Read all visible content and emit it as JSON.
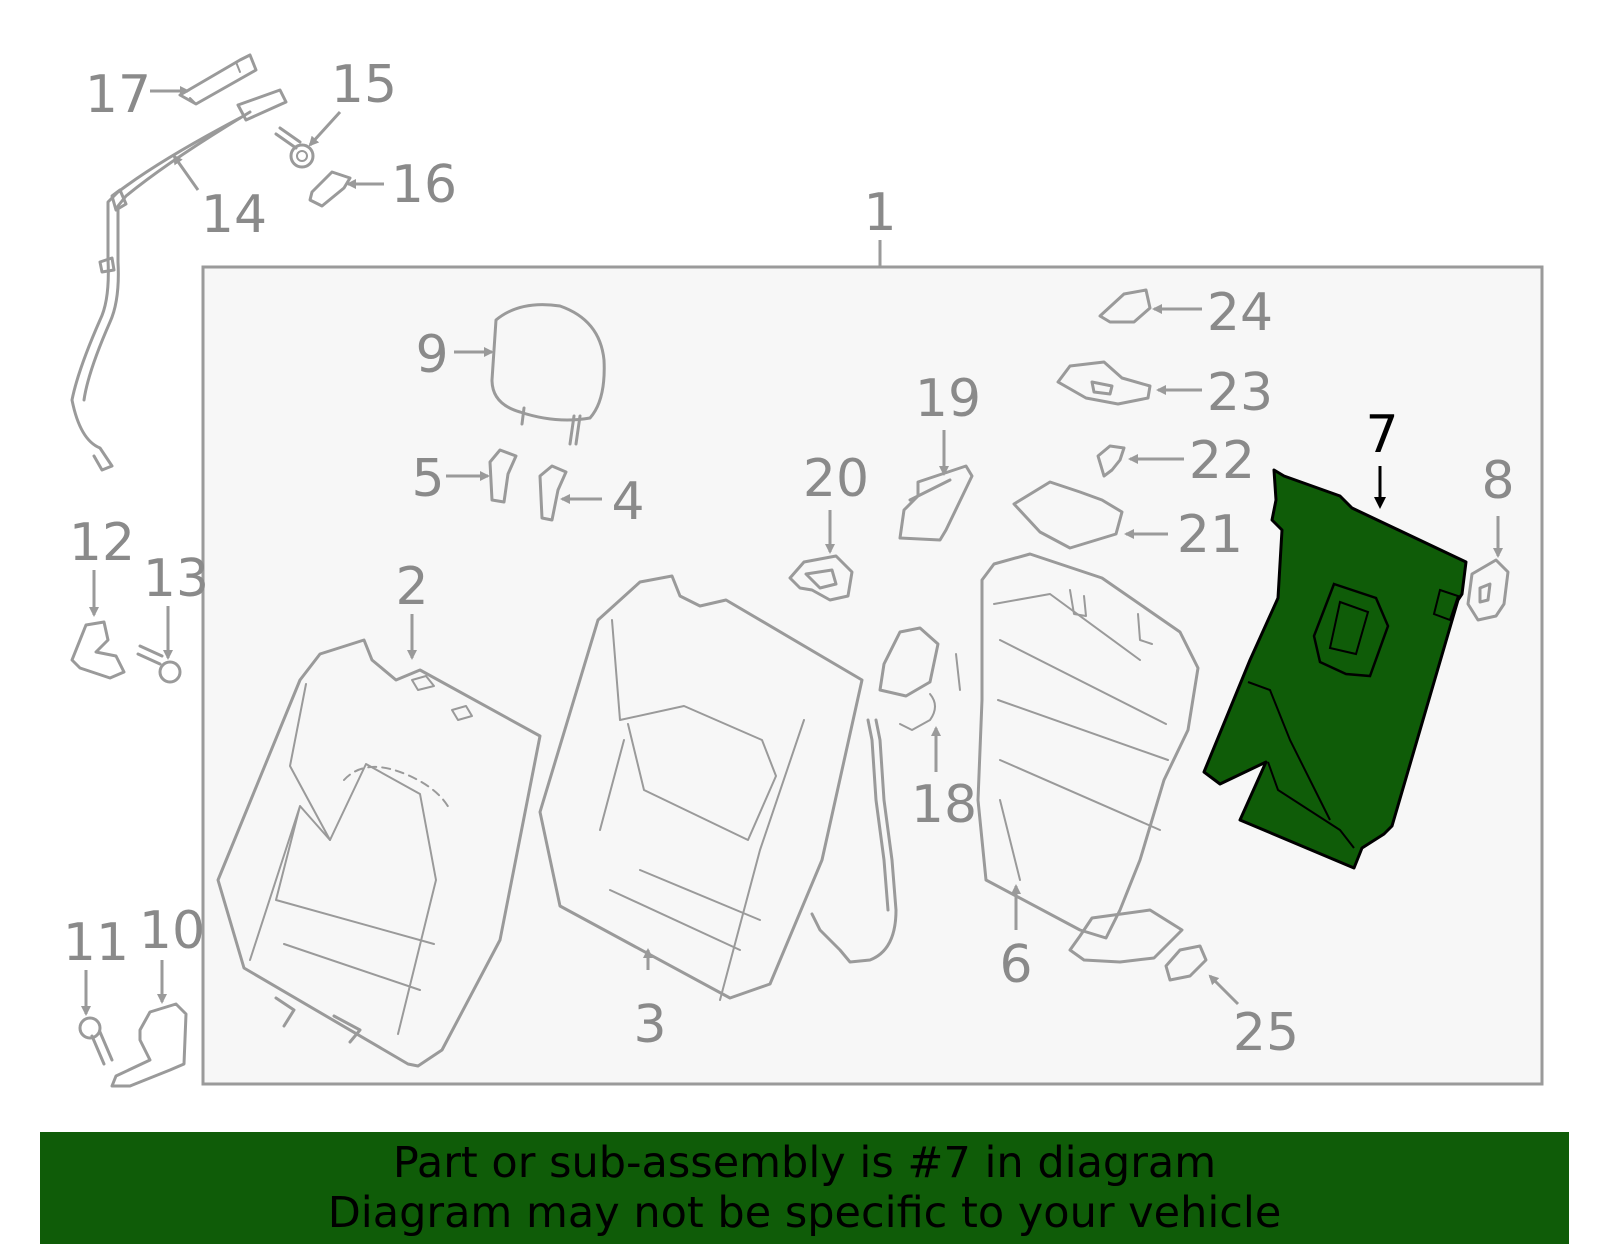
{
  "colors": {
    "highlight_fill": "#0f5c08",
    "highlight_stroke": "#000000",
    "parts_gray": "#9a9a9a",
    "label_gray": "#8a8a8a",
    "highlight_label": "#000000",
    "frame_fill": "#f7f7f7",
    "banner_bg": "#0f5c08",
    "banner_text": "#000000"
  },
  "highlighted_part": "7",
  "callouts": [
    "1",
    "2",
    "3",
    "4",
    "5",
    "6",
    "7",
    "8",
    "9",
    "10",
    "11",
    "12",
    "13",
    "14",
    "15",
    "16",
    "17",
    "18",
    "19",
    "20",
    "21",
    "22",
    "23",
    "24",
    "25"
  ],
  "banner": {
    "line1": "Part or sub-assembly is #7 in diagram",
    "line2": "Diagram may not be specific to your vehicle"
  }
}
